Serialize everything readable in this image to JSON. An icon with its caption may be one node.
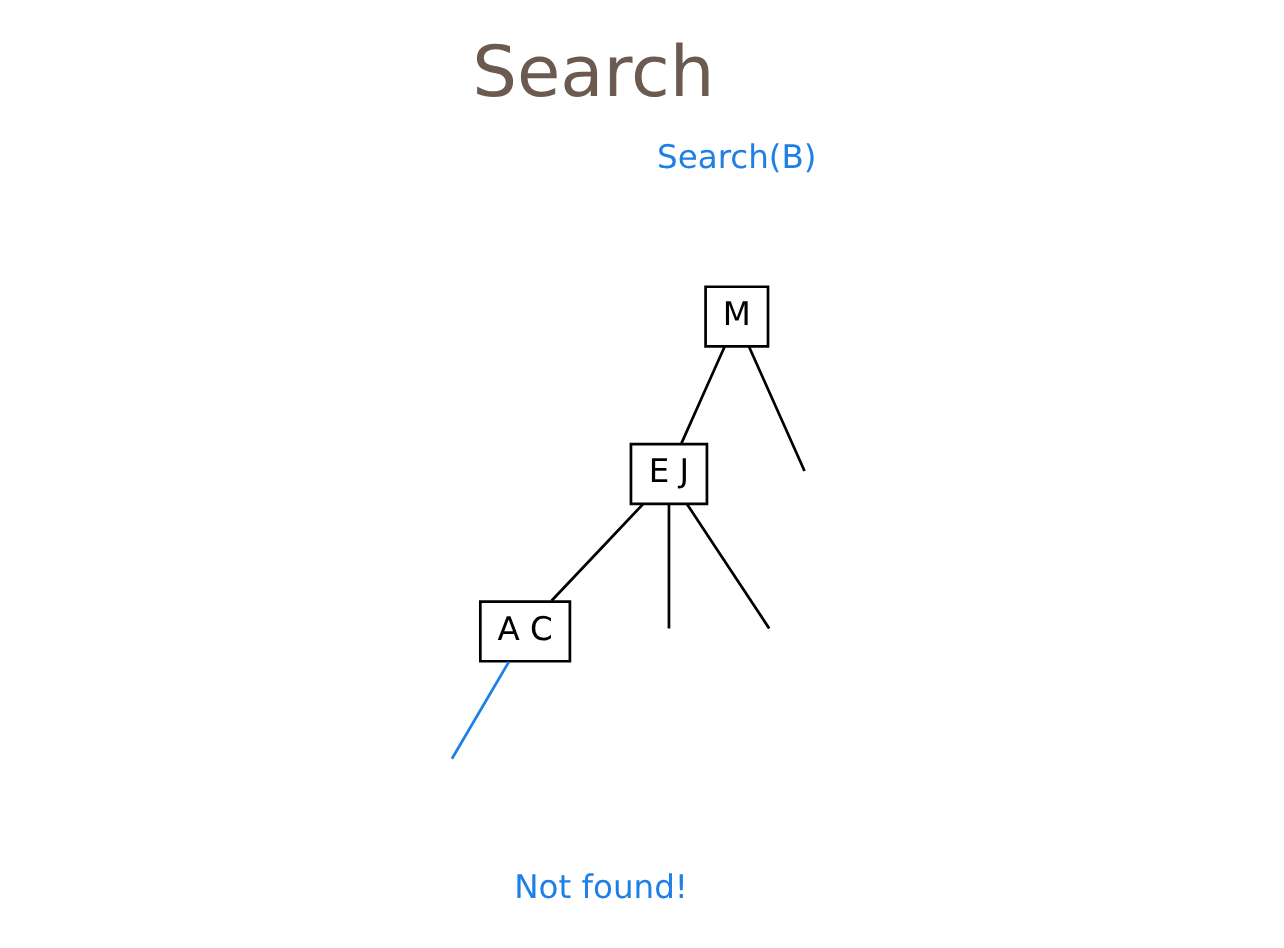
{
  "diagram": {
    "title": "Search",
    "nodes": [
      {
        "text": [
          "M"
        ]
      },
      {
        "text": [
          "E J"
        ]
      },
      {
        "text": [
          "A C"
        ]
      }
    ],
    "edges": [
      {
        "from": 0,
        "to": 1,
        "arrow": "none"
      },
      {
        "from": 0,
        "to": null,
        "arrow": "none"
      },
      {
        "from": 1,
        "to": 2,
        "arrow": "none"
      },
      {
        "from": 1,
        "to": null,
        "arrow": "none"
      },
      {
        "from": 1,
        "to": null,
        "arrow": "none"
      },
      {
        "from": 2,
        "to": null,
        "arrow": "none",
        "color": "#1e7fe6"
      }
    ],
    "labels": [
      "Search(B)",
      "Not found!"
    ]
  }
}
